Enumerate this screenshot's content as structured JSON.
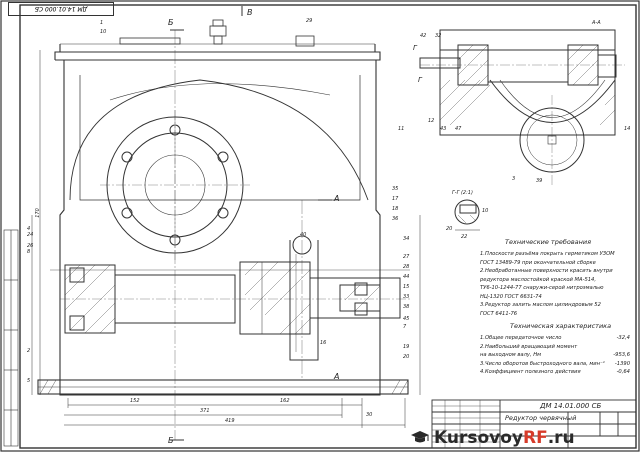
{
  "stamp_top": "ДМ 14.01.000 СБ",
  "section_labels": {
    "b_top": "Б",
    "b_bottom": "Б",
    "v_top": "В",
    "a_section": "А-А",
    "a_mark1": "А",
    "a_mark2": "А",
    "g_mark1": "Г",
    "g_mark2": "Г",
    "gg_section": "Г-Г (2:1)"
  },
  "callouts": [
    "1",
    "10",
    "29",
    "42",
    "32",
    "12",
    "11",
    "43",
    "47",
    "3",
    "39",
    "14",
    "34",
    "4",
    "24",
    "26",
    "8",
    "2",
    "5",
    "35",
    "17",
    "18",
    "36",
    "27",
    "28",
    "44",
    "15",
    "33",
    "38",
    "45",
    "7",
    "19",
    "20",
    "40",
    "16"
  ],
  "dimensions": [
    "152",
    "162",
    "371",
    "419",
    "30",
    "20",
    "10",
    "22",
    "170"
  ],
  "requirements": {
    "title": "Технические требования",
    "items": [
      "1.Плоскости разъёма покрыть герметиком УЗОМ",
      "ГОСТ 13489-79 при окончательной сборке",
      "2.Необработанные поверхности красить  внутри",
      "редуктора маслостойкой краской МА-514,",
      "ТУ6-10-1244-77  снаружи-серой нитроэмалью",
      "НЦ-1320 ГОСТ 6631-74",
      "3.Редуктор залить маслом цилиндровым 52",
      "ГОСТ 6411-76"
    ]
  },
  "specs": {
    "title": "Техническая характеристика",
    "rows": [
      {
        "label": "1.Общее передаточное число",
        "value": "-32,4"
      },
      {
        "label": "2.Наибольший вращающий момент",
        "value": ""
      },
      {
        "label": "на выходном валу, Нм",
        "value": "-953,6"
      },
      {
        "label": "3.Число оборотов быстроходного вала, мин⁻¹",
        "value": "-1390"
      },
      {
        "label": "4.Коэффициент полезного действия",
        "value": "-0,64"
      }
    ]
  },
  "title_block": {
    "code": "ДМ 14.01.000 СБ",
    "name": "Редуктор червячный"
  },
  "watermark": {
    "part1": "Kursovoy",
    "part2": "RF",
    "part3": ".ru"
  }
}
